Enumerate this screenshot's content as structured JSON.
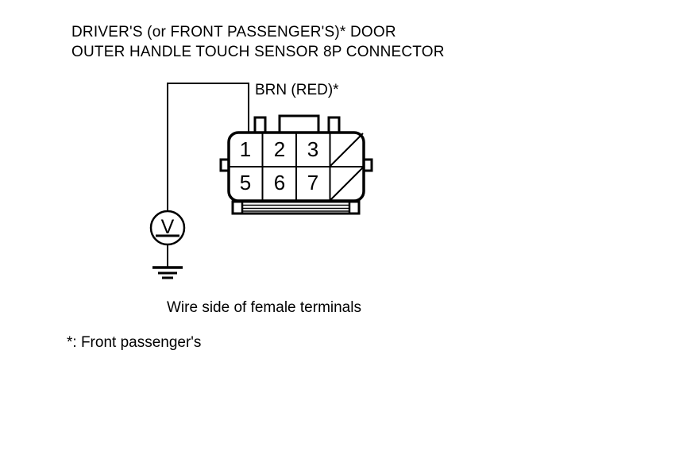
{
  "title": {
    "line1": "DRIVER'S (or FRONT PASSENGER'S)* DOOR",
    "line2": "OUTER HANDLE TOUCH SENSOR 8P CONNECTOR"
  },
  "wire": {
    "label": "BRN (RED)*"
  },
  "connector": {
    "caption": "Wire side of female terminals",
    "rows": [
      {
        "cells": [
          {
            "label": "1",
            "blank": false
          },
          {
            "label": "2",
            "blank": false
          },
          {
            "label": "3",
            "blank": false
          },
          {
            "label": "",
            "blank": true
          }
        ]
      },
      {
        "cells": [
          {
            "label": "5",
            "blank": false
          },
          {
            "label": "6",
            "blank": false
          },
          {
            "label": "7",
            "blank": false
          },
          {
            "label": "",
            "blank": true
          }
        ]
      }
    ]
  },
  "meter": {
    "symbol": "V"
  },
  "footnote": {
    "text": "*: Front passenger's"
  },
  "colors": {
    "ink": "#000000",
    "background": "#ffffff"
  }
}
